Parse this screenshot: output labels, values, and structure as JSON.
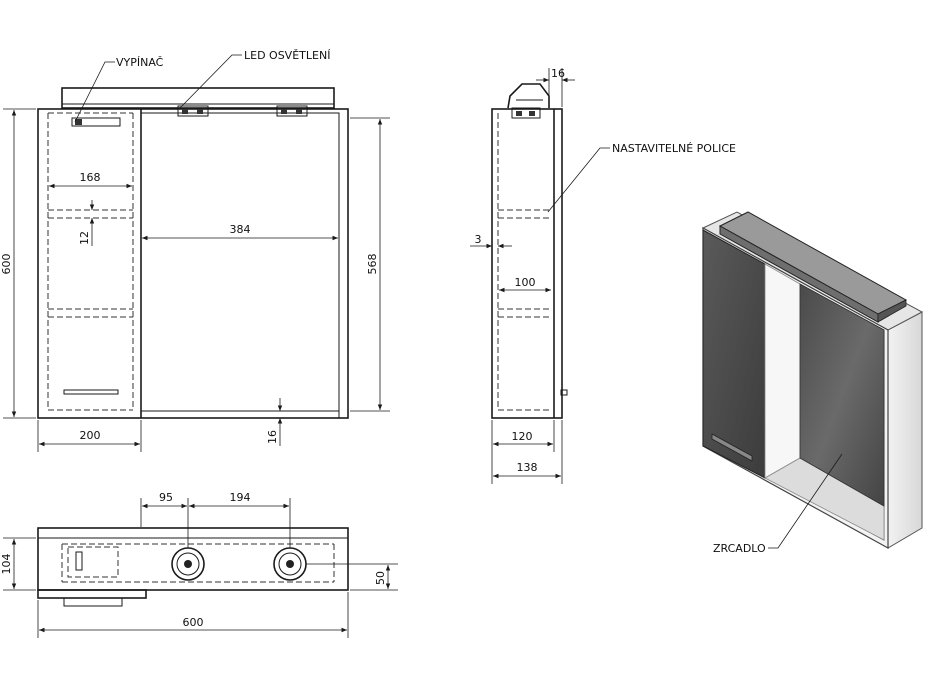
{
  "labels": {
    "switch": "VYPÍNAČ",
    "led": "LED OSVĚTLENÍ",
    "shelves": "NASTAVITELNÉ POLICE",
    "mirror": "ZRCADLO"
  },
  "dimensions": {
    "front_height": "600",
    "inner_height": "568",
    "left_width": "200",
    "door_width": "384",
    "shelf_width": "168",
    "shelf_thickness": "12",
    "bottom_board": "16",
    "side_top_board": "16",
    "side_offset": "3",
    "shelf_depth": "100",
    "side_inner_depth": "120",
    "side_depth": "138",
    "top_total_width": "600",
    "top_depth": "104",
    "led_offset_1": "95",
    "led_spacing": "194",
    "led_depth": "50"
  }
}
